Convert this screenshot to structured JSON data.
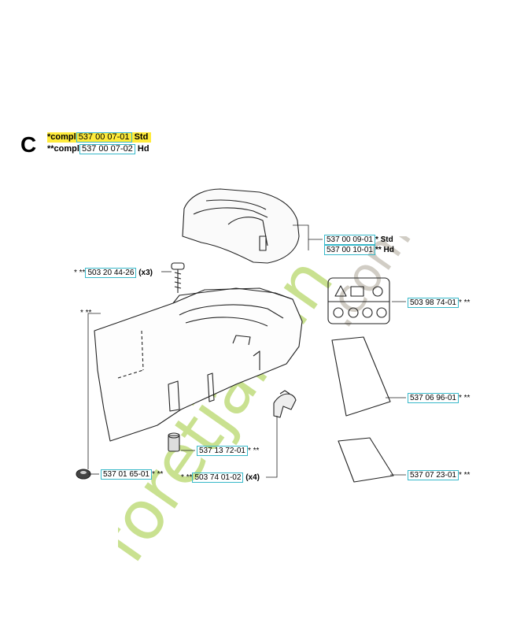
{
  "section_letter": "C",
  "header": {
    "line1_prefix": "*compl",
    "line1_part": "537 00 07-01",
    "line1_suffix": "Std",
    "line2_prefix": "**compl",
    "line2_part": "537 00 07-02",
    "line2_suffix": "Hd"
  },
  "watermark": {
    "text_main": "foretjardin",
    "text_dot_com": ".com",
    "color_green": "#b8d86b",
    "color_grey": "#c9c5bb",
    "color_orange": "#f2a23a"
  },
  "labels": {
    "top_cover_std": {
      "part": "537 00 09-01",
      "suffix": "* Std"
    },
    "top_cover_hd": {
      "part": "537 00 10-01",
      "suffix": "** Hd"
    },
    "screw": {
      "prefix": "* **",
      "part": "503 20 44-26",
      "suffix": "(x3)"
    },
    "decal": {
      "part": "503 98 74-01",
      "suffix": "* **"
    },
    "main_cover": {
      "prefix": "* **"
    },
    "strip": {
      "part": "537 06 96-01",
      "suffix": "* **"
    },
    "sleeve": {
      "part": "537 13 72-01",
      "suffix": "* **"
    },
    "grommet": {
      "part": "537 01 65-01",
      "suffix": "* **"
    },
    "clip": {
      "prefix": "* **",
      "part": "503 74 01-02",
      "suffix": "(x4)"
    },
    "pad": {
      "part": "537 07 23-01",
      "suffix": "* **"
    }
  },
  "accent_colors": {
    "part_box": "#37b8c9",
    "highlight": "#ffeb3b"
  }
}
